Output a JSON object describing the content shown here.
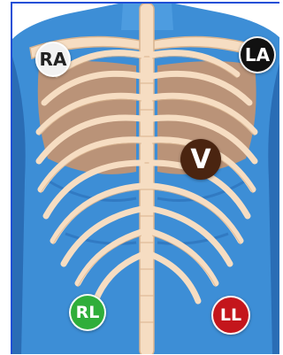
{
  "electrodes": {
    "ra": {
      "label": "RA",
      "color": "#f2f2f2",
      "text_color": "#222222"
    },
    "la": {
      "label": "LA",
      "color": "#111111",
      "text_color": "#ffffff"
    },
    "v": {
      "label": "V",
      "color": "#4a2410",
      "text_color": "#ffffff"
    },
    "rl": {
      "label": "RL",
      "color": "#2fae3a",
      "text_color": "#ffffff"
    },
    "ll": {
      "label": "LL",
      "color": "#c4161c",
      "text_color": "#ffffff"
    }
  },
  "colors": {
    "frame": "#1f4fd6",
    "skin": "#c8946e",
    "muscle": "#3d8ed6",
    "muscle_dark": "#2a6db5",
    "bone": "#f6ddc2",
    "bone_outline": "#d9b48f"
  }
}
